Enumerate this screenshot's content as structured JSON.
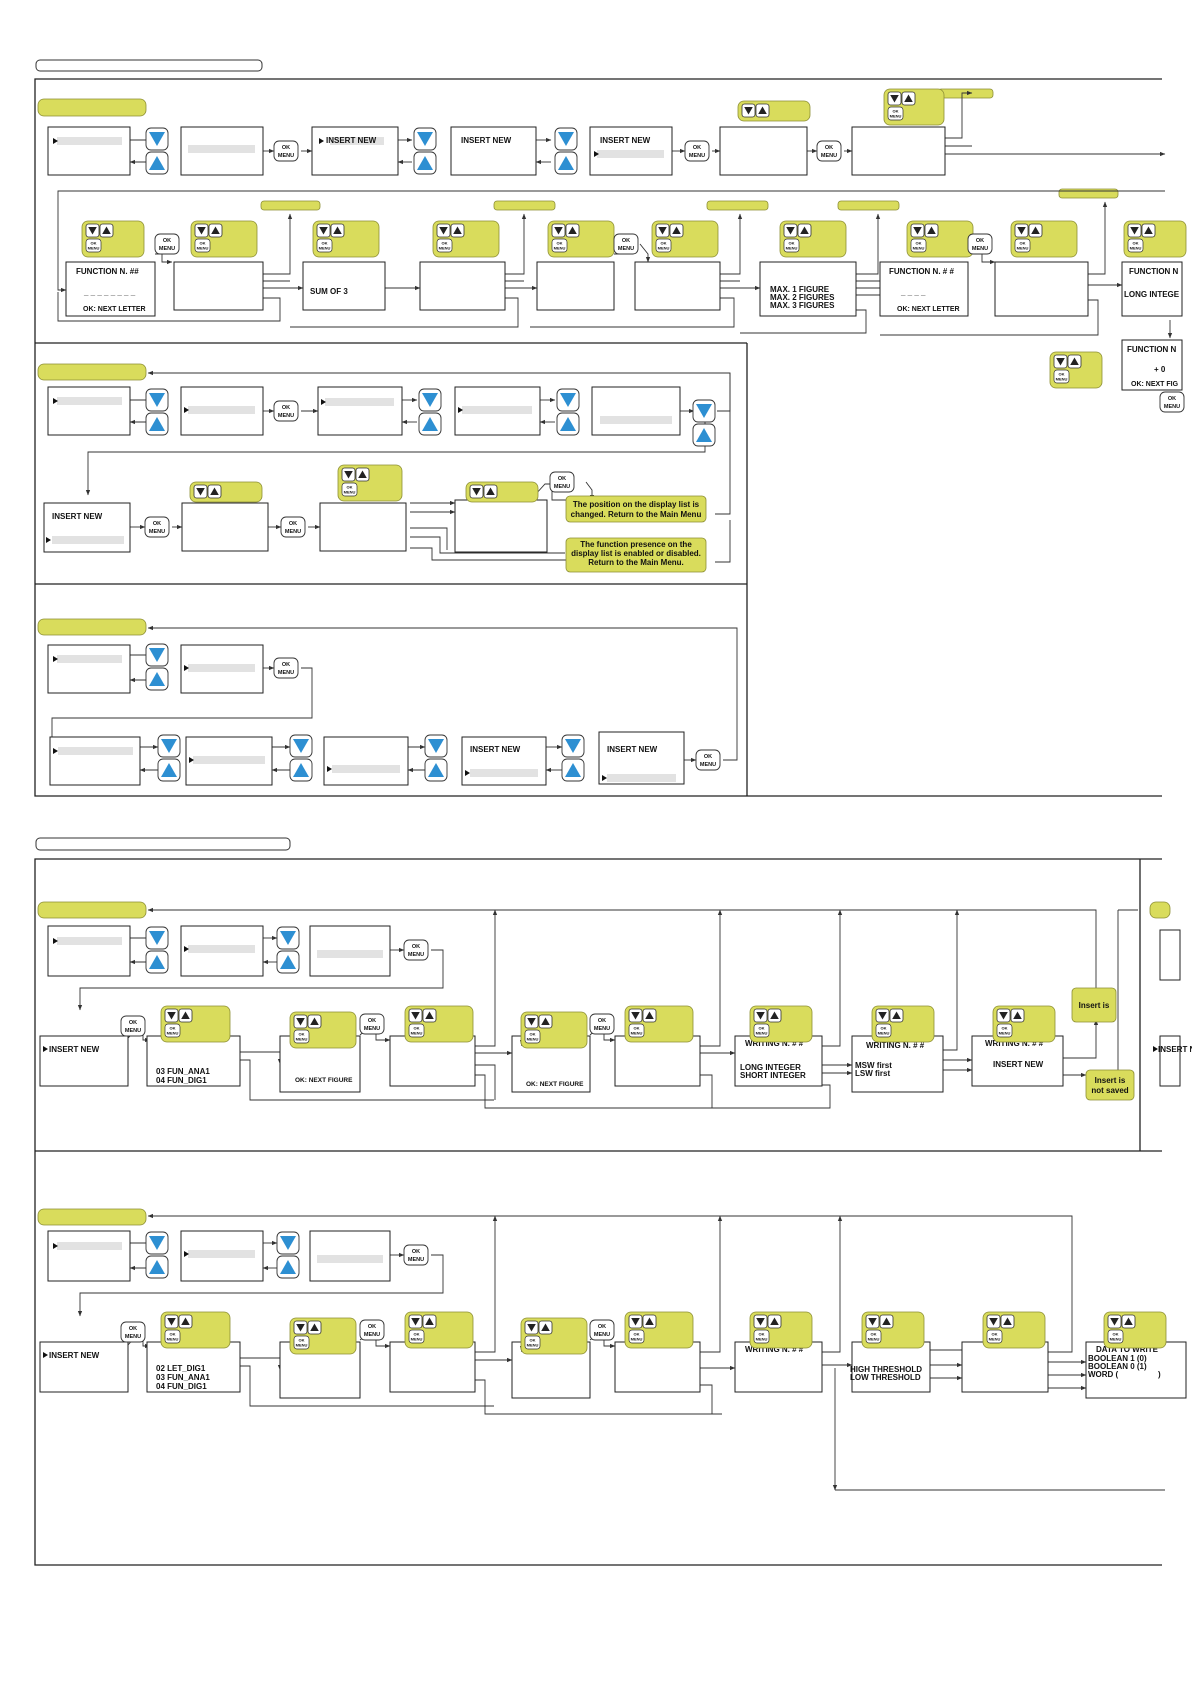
{
  "buttons": {
    "ok_top": "OK",
    "ok_bottom": "MENU"
  },
  "colors": {
    "note_fill": "#d9dc5c",
    "arrow_blue": "#2d8fd2"
  },
  "screen_texts": {
    "insert_new": "INSERT NEW",
    "function_n_hash": "FUNCTION N. ##",
    "function_n_spaced": "FUNCTION N. # #",
    "dashes_8": "_ _ _ _ _ _ _ _",
    "dashes_4": "_ _ _ _",
    "ok_next_letter": "OK: NEXT LETTER",
    "sum_of_3": "SUM OF 3",
    "max_1_figure": "MAX. 1 FIGURE",
    "max_2_figures": "MAX. 2 FIGURES",
    "max_3_figures": "MAX. 3 FIGURES",
    "function_n_clipped": "FUNCTION N",
    "long_integer_clipped": "LONG INTEGE",
    "plus_zero": "+ 0",
    "ok_next_fig_clipped": "OK: NEXT FIG",
    "writing_n": "WRITING N. # #",
    "ok_next_figure": "OK: NEXT FIGURE",
    "fun_ana1_03": "03 FUN_ANA1",
    "fun_dig1_04": "04 FUN_DIG1",
    "let_dig1_02": "02 LET_DIG1",
    "long_integer": "LONG INTEGER",
    "short_integer": "SHORT INTEGER",
    "msw_first": "MSW first",
    "lsw_first": "LSW first",
    "high_threshold": "HIGH THRESHOLD",
    "low_threshold": "LOW THRESHOLD",
    "data_to_write": "DATA TO WRITE",
    "boolean_1": "BOOLEAN 1 (0)",
    "boolean_0": "BOOLEAN 0 (1)",
    "word": "WORD (",
    "word_close": ")"
  },
  "notes": {
    "position_changed_line1": "The position on the display list is",
    "position_changed_line2": "changed. Return to the Main Menu",
    "presence_line1": "The function presence on the",
    "presence_line2": "display list is enabled or disabled.",
    "presence_line3": "Return to the Main Menu.",
    "insert_is": "Insert is",
    "insert_is_not_line1": "Insert is",
    "insert_is_not_line2": "not saved"
  }
}
